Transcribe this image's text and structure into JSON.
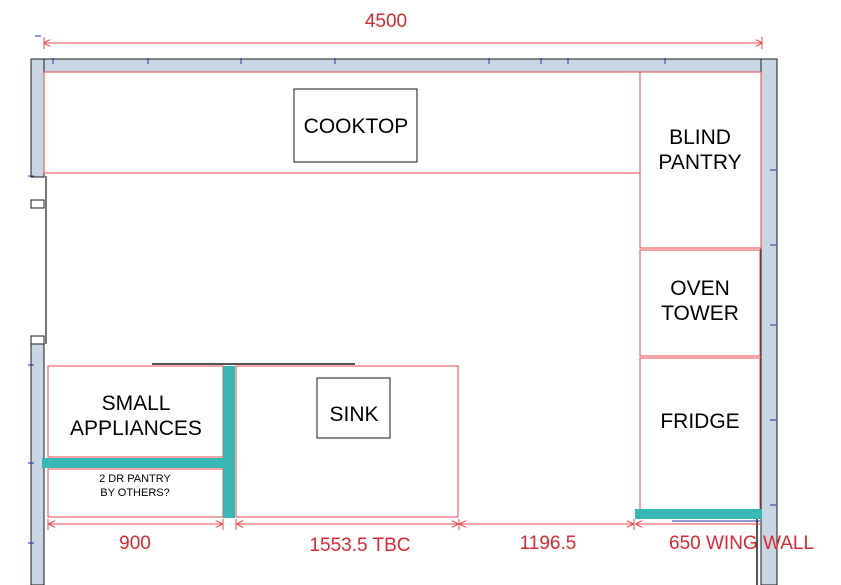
{
  "colors": {
    "outline": "#e8474f",
    "dimension": "#d9282f",
    "wall": "#c9d6e3",
    "wall_edge": "#1a1a1a",
    "accent": "#38b8b4",
    "tick": "#2233aa"
  },
  "overall_width": "4500",
  "units": {
    "cooktop": "COOKTOP",
    "blind_pantry": [
      "BLIND",
      "PANTRY"
    ],
    "oven_tower": [
      "OVEN",
      "TOWER"
    ],
    "fridge": "FRIDGE",
    "small_appliances": [
      "SMALL",
      "APPLIANCES"
    ],
    "dr_pantry": [
      "2 DR PANTRY",
      "BY OTHERS?"
    ],
    "sink": "SINK"
  },
  "dimensions": {
    "d900": "900",
    "d1553": "1553.5 TBC",
    "d1196": "1196.5",
    "d650": "650 WING WALL"
  }
}
